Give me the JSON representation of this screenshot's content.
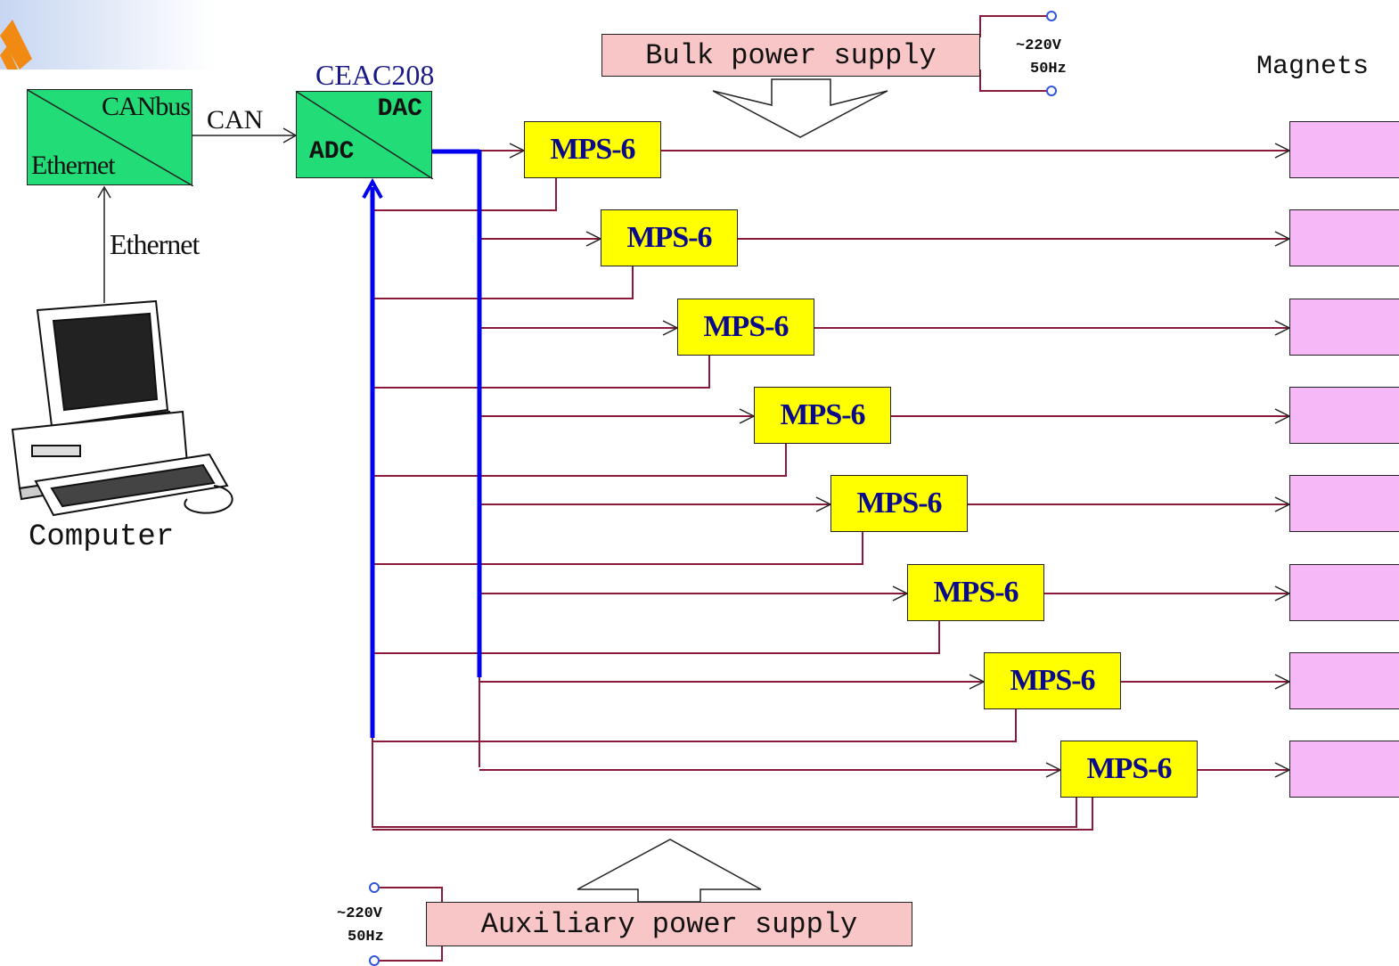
{
  "labels": {
    "canbus": "CANbus",
    "ethernet_inside": "Ethernet",
    "can_link": "CAN",
    "ceac_title": "CEAC208",
    "dac": "DAC",
    "adc": "ADC",
    "ethernet_link": "Ethernet",
    "computer": "Computer",
    "bulk_supply": "Bulk power supply",
    "aux_supply": "Auxiliary power supply",
    "mains_voltage": "~220V",
    "mains_freq": "50Hz",
    "magnets": "Magnets"
  },
  "mps_units": [
    {
      "label": "MPS-6"
    },
    {
      "label": "MPS-6"
    },
    {
      "label": "MPS-6"
    },
    {
      "label": "MPS-6"
    },
    {
      "label": "MPS-6"
    },
    {
      "label": "MPS-6"
    },
    {
      "label": "MPS-6"
    },
    {
      "label": "MPS-6"
    }
  ],
  "colors": {
    "wire": "#8b1a3a",
    "bus": "#0000ee",
    "mps_fill": "#ffff00",
    "mps_text": "#0a0a8a",
    "magnet_fill": "#f7b8f7",
    "supply_fill": "#f8c6c6",
    "converter_fill": "#22dd77",
    "ceac_title": "#1a1a8a"
  },
  "icons": [
    "logo-corner-icon",
    "computer-icon",
    "coil-icon",
    "terminal-icon"
  ]
}
